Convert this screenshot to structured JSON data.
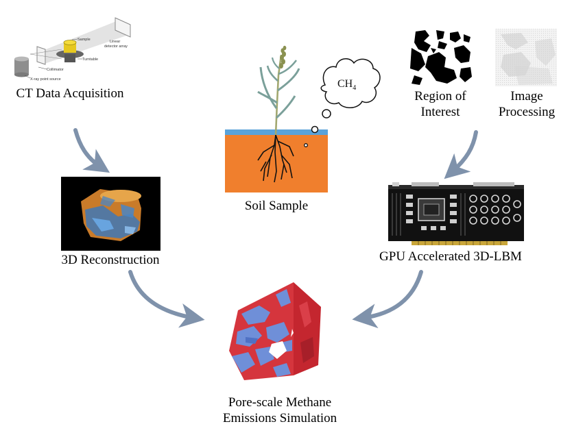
{
  "labels": {
    "ct": "CT Data Acquisition",
    "soil": "Soil Sample",
    "roi_line1": "Region of",
    "roi_line2": "Interest",
    "imgproc_line1": "Image",
    "imgproc_line2": "Processing",
    "recon": "3D Reconstruction",
    "gpu": "GPU Accelerated 3D-LBM",
    "sim_line1": "Pore-scale Methane",
    "sim_line2": "Emissions Simulation"
  },
  "ct_diagram": {
    "sample": "Sample",
    "detector_line1": "Linear",
    "detector_line2": "detector array",
    "turntable": "Turntable",
    "collimator": "Collimator",
    "source": "X-ray point source"
  },
  "thought": {
    "ch": "CH",
    "sub": "4"
  },
  "colors": {
    "arrow": "#7f92ab",
    "soil": "#f07f2d",
    "water": "#5aa3da",
    "cube_red": "#d5353d",
    "cube_blue": "#6f8fd8"
  }
}
